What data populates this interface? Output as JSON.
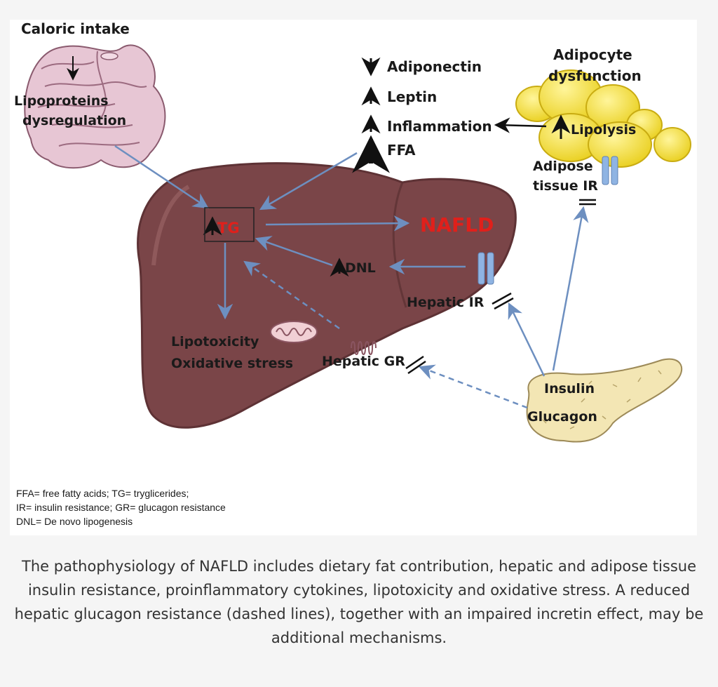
{
  "diagram": {
    "labels": {
      "caloric_intake": "Caloric intake",
      "lipoproteins_line1": "Lipoproteins",
      "lipoproteins_line2": "dysregulation",
      "adiponectin": "Adiponectin",
      "leptin": "Leptin",
      "inflammation": "Inflammation",
      "ffa": "FFA",
      "adipocyte_line1": "Adipocyte",
      "adipocyte_line2": "dysfunction",
      "lipolysis": "Lipolysis",
      "adipose_ir_line1": "Adipose",
      "adipose_ir_line2": "tissue IR",
      "tg": "TG",
      "nafld": "NAFLD",
      "dnl": "DNL",
      "hepatic_ir": "Hepatic IR",
      "lipotoxicity": "Lipotoxicity",
      "oxidative_stress": "Oxidative stress",
      "hepatic_gr": "Hepatic GR",
      "insulin": "Insulin",
      "glucagon": "Glucagon"
    },
    "legend": [
      "FFA= free fatty acids; TG= tryglicerides;",
      "IR= insulin resistance; GR= glucagon resistance",
      "DNL= De novo lipogenesis"
    ],
    "colors": {
      "liver": "#7a4548",
      "liver_dark": "#5e3235",
      "intestine": "#e7c6d4",
      "fat_cells": "#f2e13a",
      "pancreas": "#f3e6b4",
      "arrow_blue": "#6d8fc0",
      "nafld_red": "#e0201b",
      "receptor_blue": "#8fb4e3"
    }
  },
  "caption": "The pathophysiology of NAFLD includes dietary fat contribution, hepatic and adipose tissue insulin resistance, proinflammatory cytokines, lipotoxicity and oxidative stress. A reduced hepatic glucagon resistance (dashed lines), together with an impaired incretin effect, may be additional mechanisms."
}
